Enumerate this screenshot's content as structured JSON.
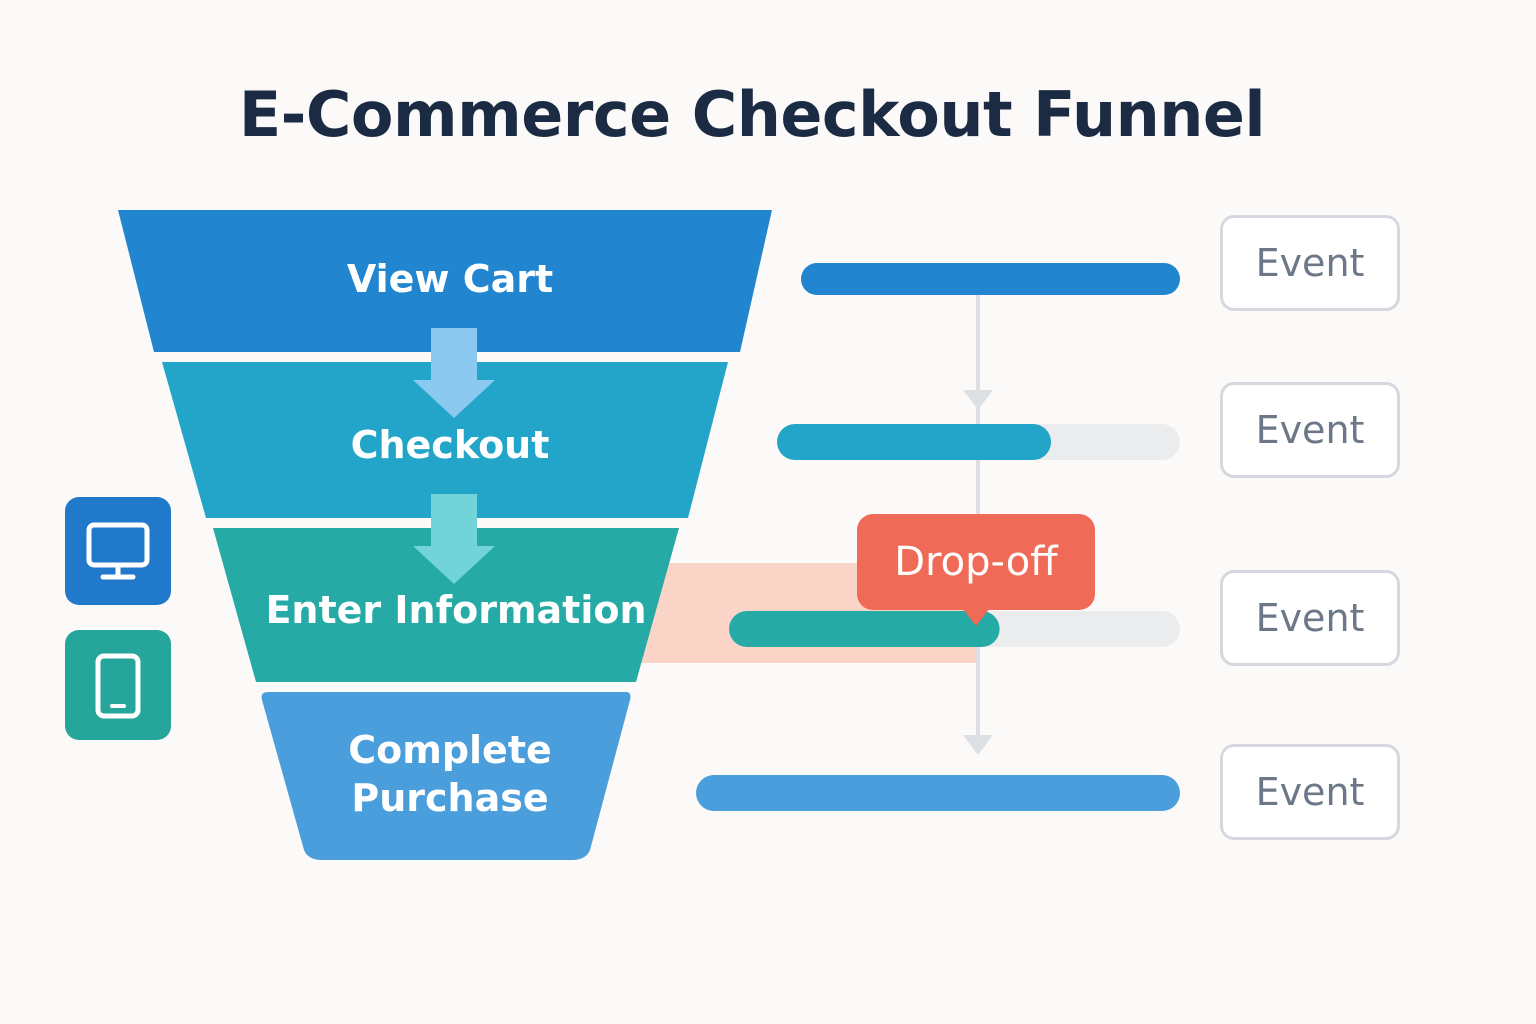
{
  "title": "E-Commerce Checkout Funnel",
  "funnel": {
    "stages": [
      {
        "label": "View Cart",
        "color": "#2185cf"
      },
      {
        "label": "Checkout",
        "color": "#22a5c8"
      },
      {
        "label": "Enter Information",
        "color": "#26aaa6"
      },
      {
        "label": "Complete Purchase",
        "color": "#4a9edb"
      }
    ]
  },
  "progress": [
    {
      "fraction": 1.0,
      "color": "#2185cf"
    },
    {
      "fraction": 0.68,
      "color": "#22a5c8"
    },
    {
      "fraction": 0.6,
      "color": "#26aaa6"
    },
    {
      "fraction": 1.0,
      "color": "#4a9edb"
    }
  ],
  "events": [
    "Event",
    "Event",
    "Event",
    "Event"
  ],
  "dropoff": {
    "label": "Drop-off",
    "color": "#ef6b57"
  },
  "devices": [
    {
      "icon": "desktop-monitor-icon",
      "color": "#2179cc"
    },
    {
      "icon": "mobile-phone-icon",
      "color": "#26a69a"
    }
  ]
}
